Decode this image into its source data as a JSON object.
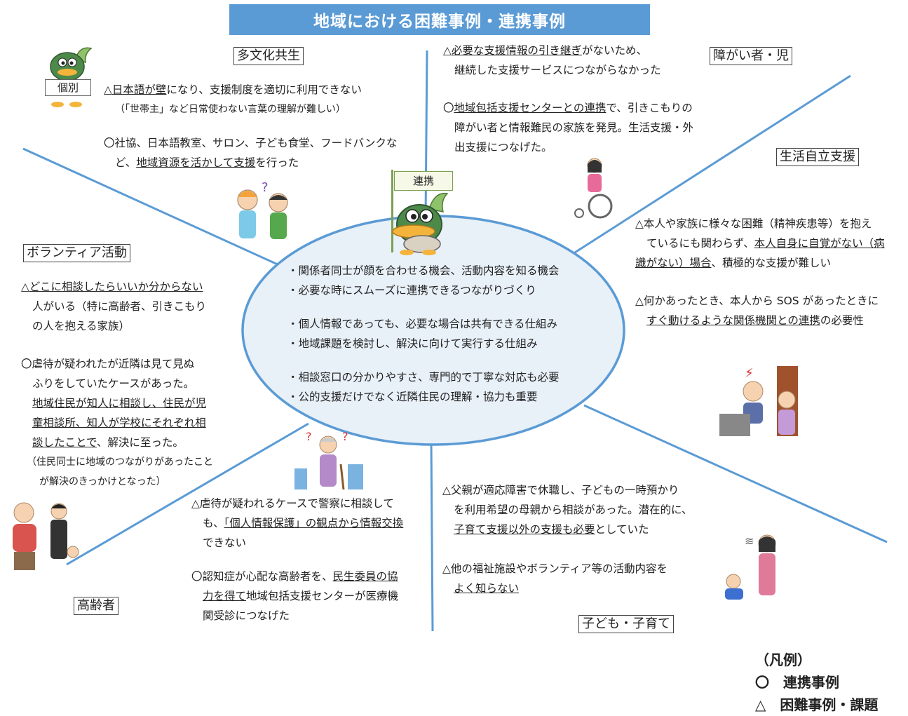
{
  "title": "地域における困難事例・連携事例",
  "labels": {
    "tabunka": "多文化共生",
    "shogai": "障がい者・児",
    "seikatsu": "生活自立支援",
    "volunteer": "ボランティア活動",
    "koreisha": "高齢者",
    "kodomo": "子ども・子育て"
  },
  "tabunka": {
    "l1a": "△",
    "l1b": "日本語が壁",
    "l1c": "になり、支援制度を適切に利用できない",
    "l2": "（「世帯主」など日常使わない言葉の理解が難しい）",
    "l3": "〇社協、日本語教室、サロン、子ども食堂、フードバンクな",
    "l4a": "ど、",
    "l4b": "地域資源を活かして支援",
    "l4c": "を行った"
  },
  "shogai": {
    "l1a": "△",
    "l1b": "必要な支援情報の引き継ぎ",
    "l1c": "がないため、",
    "l2": "継続した支援サービスにつながらなかった",
    "l3a": "〇",
    "l3b": "地域包括支援センターとの連携",
    "l3c": "で、引きこもりの",
    "l4": "障がい者と情報難民の家族を発見。生活支援・外",
    "l5": "出支援につなげた。"
  },
  "seikatsu": {
    "l1": "△本人や家族に様々な困難（精神疾患等）を抱え",
    "l2a": "ているにも関わらず、",
    "l2b": "本人自身に自覚がない（病",
    "l3a": "識がない）場合",
    "l3b": "、積極的な支援が難しい",
    "l4": "△何かあったとき、本人から SOS があったときに",
    "l5a": "すぐ動けるような関係機関との連携",
    "l5b": "の必要性"
  },
  "volunteer": {
    "l1a": "△",
    "l1b": "どこに相談したらいいか分からない",
    "l2": "人がいる（特に高齢者、引きこもり",
    "l3": "の人を抱える家族）",
    "l4": "〇虐待が疑われたが近隣は見て見ぬ",
    "l5": "ふりをしていたケースがあった。",
    "l6": "地域住民が知人に相談し、住民が児",
    "l7": "童相談所、知人が学校にそれぞれ相",
    "l8a": "談したことで",
    "l8b": "、解決に至った。",
    "l9": "（住民同士に地域のつながりがあったこと",
    "l10": "が解決のきっかけとなった）"
  },
  "koreisha": {
    "l1": "△虐待が疑われるケースで警察に相談して",
    "l2a": "も、",
    "l2b": "「個人情報保護」の観点から情報交換",
    "l3": "できない",
    "l4a": "〇認知症が心配な高齢者を、",
    "l4b": "民生委員の協",
    "l5a": "力を得て",
    "l5b": "地域包括支援センターが医療機",
    "l6": "関受診につなげた"
  },
  "kodomo": {
    "l1": "△父親が適応障害で休職し、子どもの一時預かり",
    "l2": "を利用希望の母親から相談があった。潜在的に、",
    "l3a": "子育て支援以外の支援も必要",
    "l3b": "としていた",
    "l4": "△他の福祉施設やボランティア等の活動内容を",
    "l5": "よく知らない"
  },
  "center": {
    "items": [
      "・関係者同士が顔を合わせる機会、活動内容を知る機会",
      "・必要な時にスムーズに連携できるつながりづくり",
      "・個人情報であっても、必要な場合は共有できる仕組み",
      "・地域課題を検討し、解決に向けて実行する仕組み",
      "・相談窓口の分かりやすさ、専門的で丁寧な対応も必要",
      "・公的支援だけでなく近隣住民の理解・協力も重要"
    ]
  },
  "flag": "連携",
  "sign": "個別",
  "legend": {
    "title": "（凡例）",
    "circle": "〇　連携事例",
    "triangle": "△　困難事例・課題"
  },
  "colors": {
    "accent": "#5b9bd5",
    "line": "#5b9bd5",
    "ellipse_fill": "#e8f0f8"
  }
}
